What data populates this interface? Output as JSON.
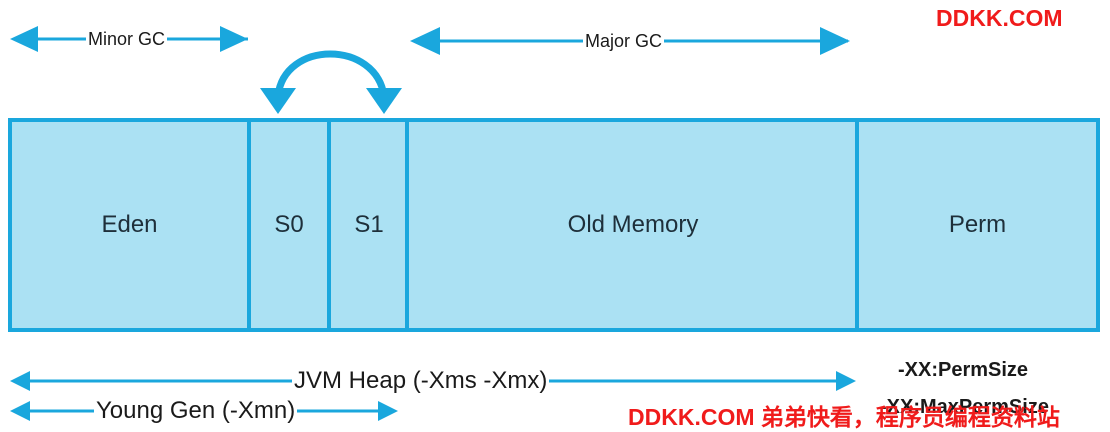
{
  "regions": {
    "eden": "Eden",
    "s0": "S0",
    "s1": "S1",
    "old": "Old Memory",
    "perm": "Perm"
  },
  "labels": {
    "minor_gc": "Minor GC",
    "major_gc": "Major GC",
    "jvm_heap": "JVM Heap (-Xms -Xmx)",
    "young_gen": "Young Gen (-Xmn)",
    "perm_size": "-XX:PermSize",
    "max_perm_size": "-XX:MaxPermSize"
  },
  "watermarks": {
    "top": "DDKK.COM",
    "bottom": "DDKK.COM 弟弟快看，程序员编程资料站"
  },
  "colors": {
    "arrow": "#1aa7dd",
    "region_fill": "#abe1f3",
    "region_border": "#1aa7dd",
    "watermark": "#f01b1b"
  }
}
